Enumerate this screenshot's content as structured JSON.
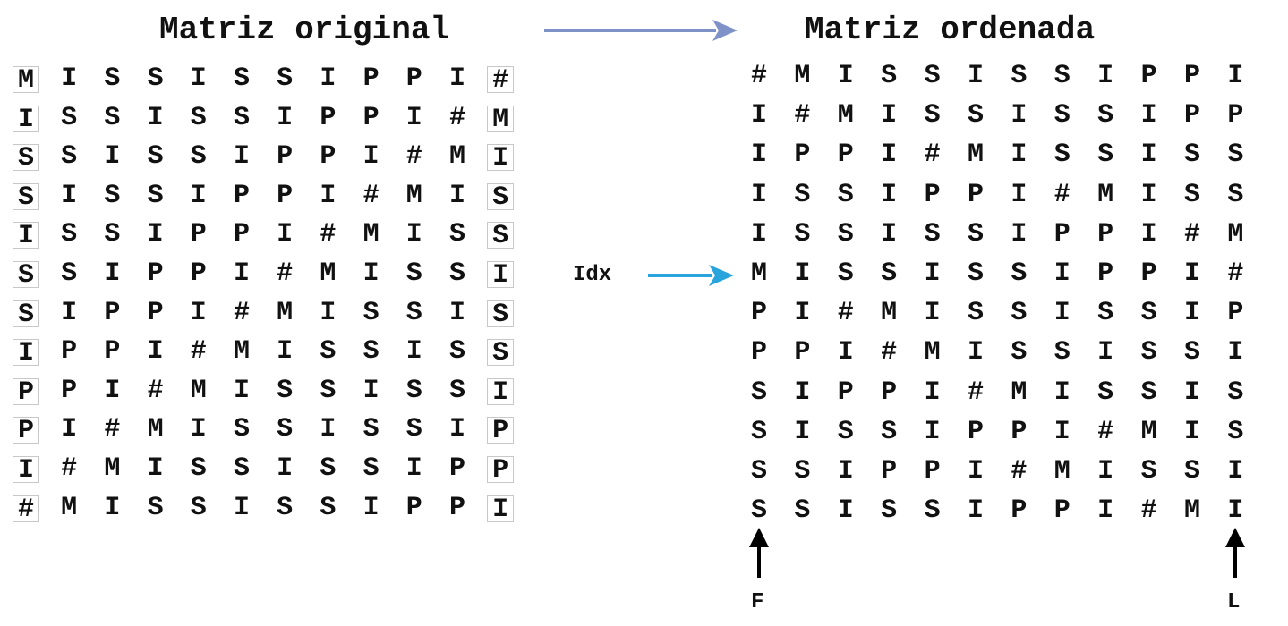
{
  "titles": {
    "original": "Matriz original",
    "sorted": "Matriz ordenada"
  },
  "labels": {
    "idx": "Idx",
    "first_column": "F",
    "last_column": "L"
  },
  "original_matrix": [
    [
      "M",
      "I",
      "S",
      "S",
      "I",
      "S",
      "S",
      "I",
      "P",
      "P",
      "I",
      "#"
    ],
    [
      "I",
      "S",
      "S",
      "I",
      "S",
      "S",
      "I",
      "P",
      "P",
      "I",
      "#",
      "M"
    ],
    [
      "S",
      "S",
      "I",
      "S",
      "S",
      "I",
      "P",
      "P",
      "I",
      "#",
      "M",
      "I"
    ],
    [
      "S",
      "I",
      "S",
      "S",
      "I",
      "P",
      "P",
      "I",
      "#",
      "M",
      "I",
      "S"
    ],
    [
      "I",
      "S",
      "S",
      "I",
      "P",
      "P",
      "I",
      "#",
      "M",
      "I",
      "S",
      "S"
    ],
    [
      "S",
      "S",
      "I",
      "P",
      "P",
      "I",
      "#",
      "M",
      "I",
      "S",
      "S",
      "I"
    ],
    [
      "S",
      "I",
      "P",
      "P",
      "I",
      "#",
      "M",
      "I",
      "S",
      "S",
      "I",
      "S"
    ],
    [
      "I",
      "P",
      "P",
      "I",
      "#",
      "M",
      "I",
      "S",
      "S",
      "I",
      "S",
      "S"
    ],
    [
      "P",
      "P",
      "I",
      "#",
      "M",
      "I",
      "S",
      "S",
      "I",
      "S",
      "S",
      "I"
    ],
    [
      "P",
      "I",
      "#",
      "M",
      "I",
      "S",
      "S",
      "I",
      "S",
      "S",
      "I",
      "P"
    ],
    [
      "I",
      "#",
      "M",
      "I",
      "S",
      "S",
      "I",
      "S",
      "S",
      "I",
      "P",
      "P"
    ],
    [
      "#",
      "M",
      "I",
      "S",
      "S",
      "I",
      "S",
      "S",
      "I",
      "P",
      "P",
      "I"
    ]
  ],
  "sorted_matrix": [
    [
      "#",
      "M",
      "I",
      "S",
      "S",
      "I",
      "S",
      "S",
      "I",
      "P",
      "P",
      "I"
    ],
    [
      "I",
      "#",
      "M",
      "I",
      "S",
      "S",
      "I",
      "S",
      "S",
      "I",
      "P",
      "P"
    ],
    [
      "I",
      "P",
      "P",
      "I",
      "#",
      "M",
      "I",
      "S",
      "S",
      "I",
      "S",
      "S"
    ],
    [
      "I",
      "S",
      "S",
      "I",
      "P",
      "P",
      "I",
      "#",
      "M",
      "I",
      "S",
      "S"
    ],
    [
      "I",
      "S",
      "S",
      "I",
      "S",
      "S",
      "I",
      "P",
      "P",
      "I",
      "#",
      "M"
    ],
    [
      "M",
      "I",
      "S",
      "S",
      "I",
      "S",
      "S",
      "I",
      "P",
      "P",
      "I",
      "#"
    ],
    [
      "P",
      "I",
      "#",
      "M",
      "I",
      "S",
      "S",
      "I",
      "S",
      "S",
      "I",
      "P"
    ],
    [
      "P",
      "P",
      "I",
      "#",
      "M",
      "I",
      "S",
      "S",
      "I",
      "S",
      "S",
      "I"
    ],
    [
      "S",
      "I",
      "P",
      "P",
      "I",
      "#",
      "M",
      "I",
      "S",
      "S",
      "I",
      "S"
    ],
    [
      "S",
      "I",
      "S",
      "S",
      "I",
      "P",
      "P",
      "I",
      "#",
      "M",
      "I",
      "S"
    ],
    [
      "S",
      "S",
      "I",
      "P",
      "P",
      "I",
      "#",
      "M",
      "I",
      "S",
      "S",
      "I"
    ],
    [
      "S",
      "S",
      "I",
      "S",
      "S",
      "I",
      "P",
      "P",
      "I",
      "#",
      "M",
      "I"
    ]
  ],
  "idx_row": 5,
  "colors": {
    "main_arrow": "#7f92c8",
    "idx_arrow": "#2aa4dd",
    "pointer_arrow": "#000000",
    "cell_border": "#c8c8c8"
  }
}
